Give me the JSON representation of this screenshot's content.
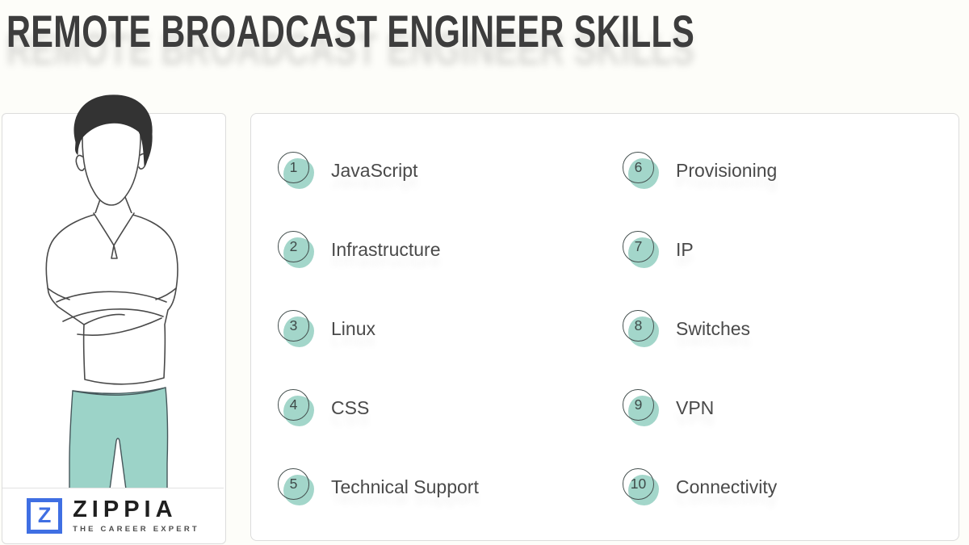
{
  "title": "REMOTE BROADCAST ENGINEER SKILLS",
  "skills": {
    "items": [
      {
        "number": "1",
        "label": "JavaScript"
      },
      {
        "number": "2",
        "label": "Infrastructure"
      },
      {
        "number": "3",
        "label": "Linux"
      },
      {
        "number": "4",
        "label": "CSS"
      },
      {
        "number": "5",
        "label": "Technical Support"
      },
      {
        "number": "6",
        "label": "Provisioning"
      },
      {
        "number": "7",
        "label": "IP"
      },
      {
        "number": "8",
        "label": "Switches"
      },
      {
        "number": "9",
        "label": "VPN"
      },
      {
        "number": "10",
        "label": "Connectivity"
      }
    ]
  },
  "logo": {
    "monogram": "Z",
    "brand": "ZIPPIA",
    "tagline": "THE CAREER EXPERT"
  },
  "illustration": {
    "description": "man with dark hair, arms crossed, white polo shirt, teal pants"
  },
  "colors": {
    "accent_teal": "#a3d6ca",
    "pants_teal": "#9cd3c8",
    "logo_blue": "#3f6fe3",
    "title_text": "#3d3d3d",
    "item_text": "#4a4a4a",
    "card_border": "#dcdcdc",
    "page_background": "#fdfdf9"
  }
}
